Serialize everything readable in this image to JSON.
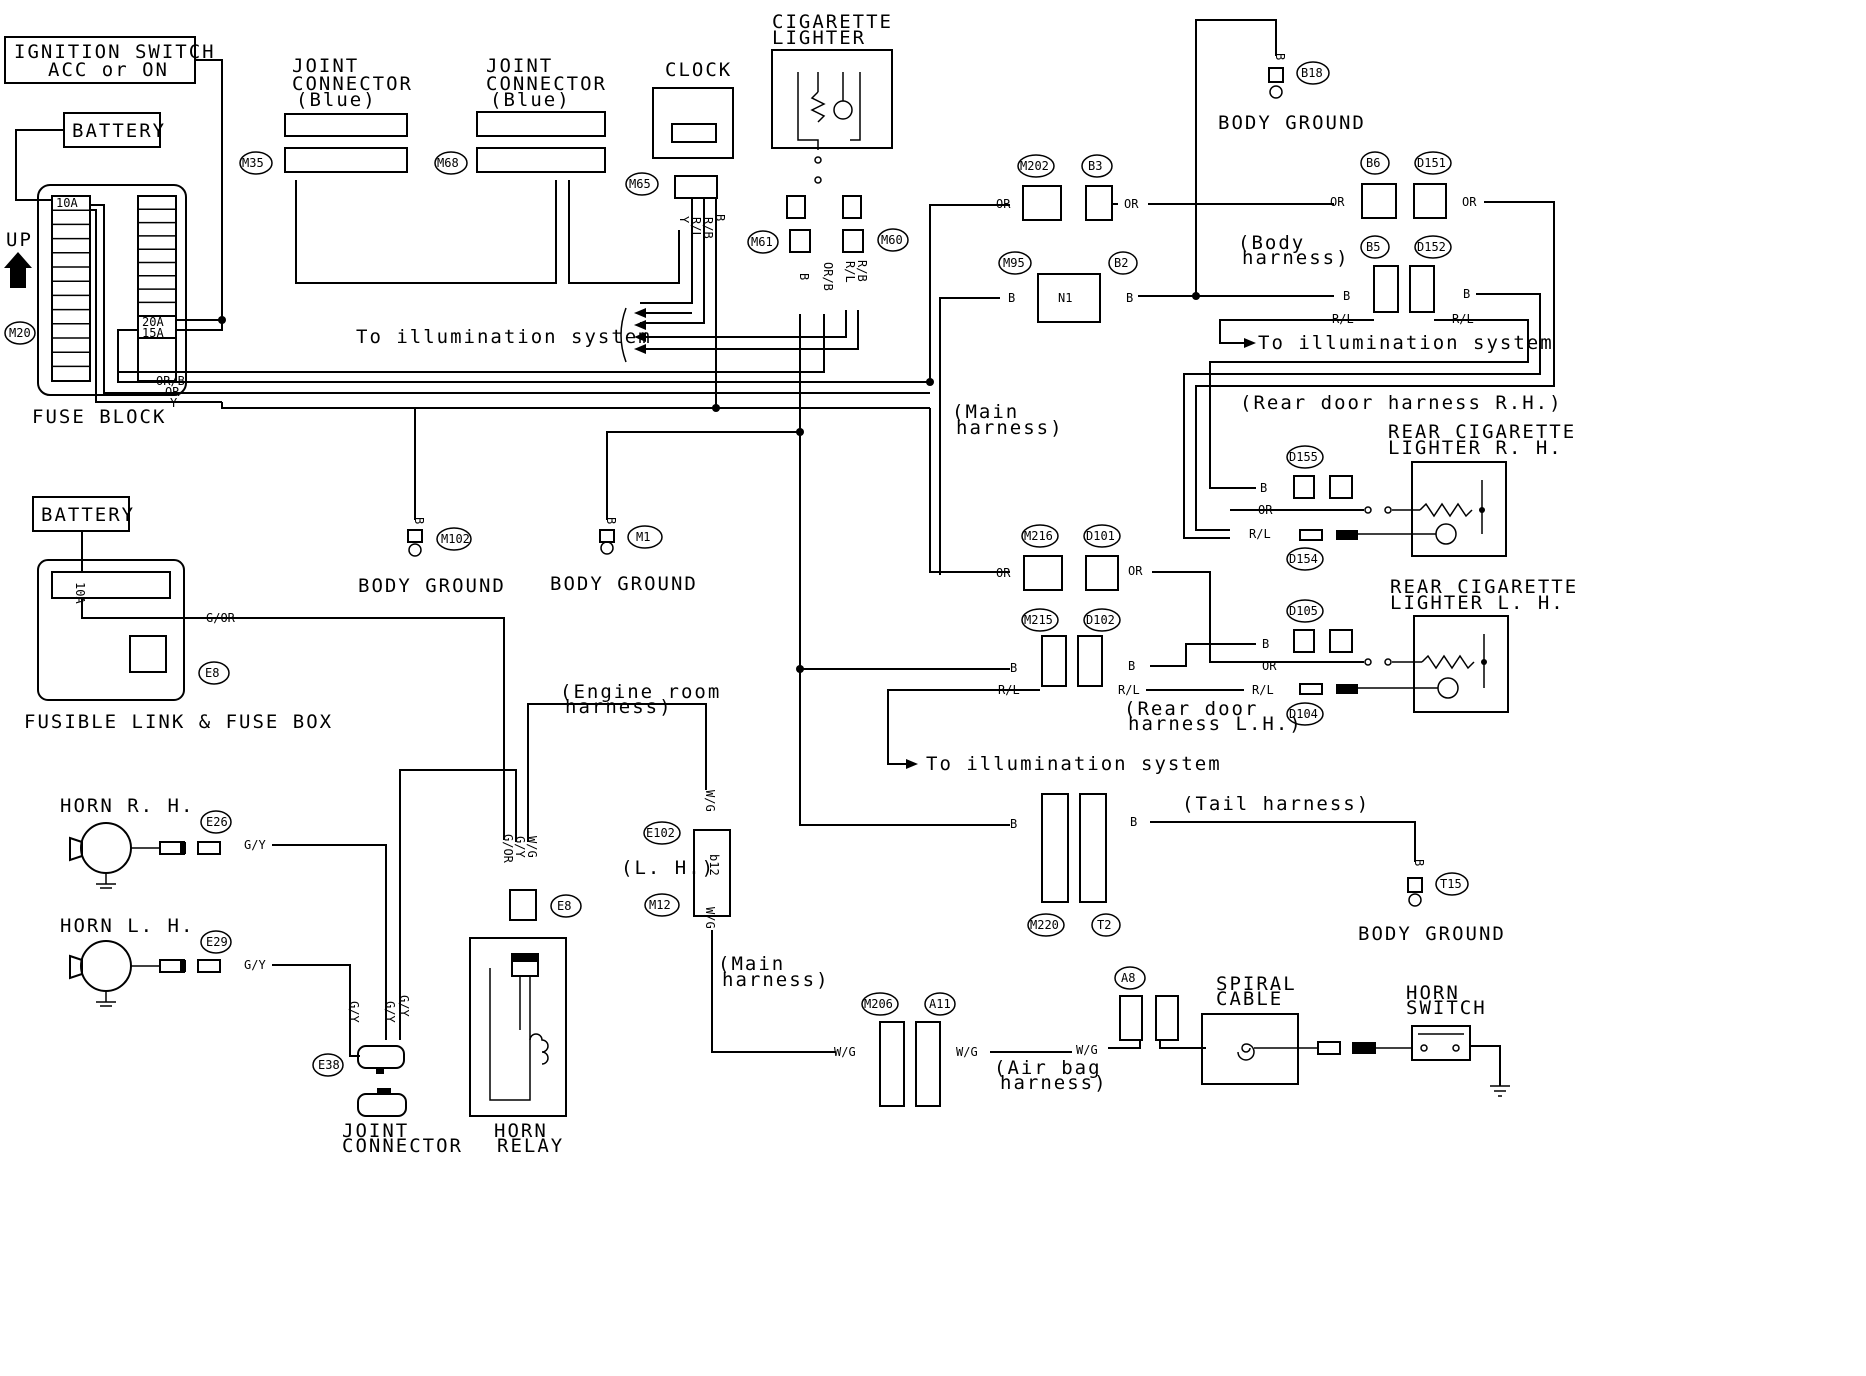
{
  "components": {
    "ignition_switch": [
      "IGNITION SWITCH",
      "ACC or ON"
    ],
    "battery_top": "BATTERY",
    "up_label": "UP",
    "fuse_block": "FUSE BLOCK",
    "fuse_10a": "10A",
    "fuse_20a": "20A",
    "fuse_15a": "15A",
    "joint_connector_1": [
      "JOINT",
      "CONNECTOR",
      "(Blue)"
    ],
    "joint_connector_2": [
      "JOINT",
      "CONNECTOR",
      "(Blue)"
    ],
    "clock": "CLOCK",
    "cigarette_lighter": [
      "CIGARETTE",
      "LIGHTER"
    ],
    "body_ground": "BODY GROUND",
    "battery_bottom": "BATTERY",
    "fusible_link": "FUSIBLE LINK & FUSE BOX",
    "fuse_bottom_10a": "10A",
    "horn_rh": "HORN R. H.",
    "horn_lh": "HORN L. H.",
    "joint_connector_bottom": [
      "JOINT",
      "CONNECTOR"
    ],
    "horn_relay": [
      "HORN",
      "RELAY"
    ],
    "rear_lighter_rh": [
      "REAR CIGARETTE",
      "LIGHTER R. H."
    ],
    "rear_lighter_lh": [
      "REAR CIGARETTE",
      "LIGHTER L. H."
    ],
    "spiral_cable": [
      "SPIRAL",
      "CABLE"
    ],
    "horn_switch": [
      "HORN",
      "SWITCH"
    ],
    "to_illumination": "To illumination system",
    "n1": "N1",
    "b12": "b12",
    "lh": "(L. H.)"
  },
  "connectors": [
    "M20",
    "M35",
    "M68",
    "M65",
    "M61",
    "M60",
    "M202",
    "B3",
    "B6",
    "D151",
    "B18",
    "M95",
    "B2",
    "B5",
    "D152",
    "D155",
    "D154",
    "M216",
    "D101",
    "M215",
    "D102",
    "D105",
    "D104",
    "M102",
    "M1",
    "E8",
    "E26",
    "E29",
    "E38",
    "E102",
    "M12",
    "M220",
    "T2",
    "T15",
    "M206",
    "A11",
    "A8"
  ],
  "wire_colors": {
    "OR_B": "OR/B",
    "OR": "OR",
    "Y": "Y",
    "B": "B",
    "R_L": "R/L",
    "R_B": "R/B",
    "G_OR": "G/OR",
    "G_Y": "G/Y",
    "W_G": "W/G"
  },
  "harness": {
    "body": [
      "(Body",
      "harness)"
    ],
    "main_upper": [
      "(Main",
      "harness)"
    ],
    "rear_door_rh": "(Rear door harness R.H.)",
    "rear_door_lh": [
      "(Rear door",
      "harness L.H.)"
    ],
    "engine_room": [
      "(Engine room",
      "harness)"
    ],
    "main_lower": [
      "(Main",
      "harness)"
    ],
    "tail": "(Tail harness)",
    "air_bag": [
      "(Air bag",
      "harness)"
    ]
  }
}
